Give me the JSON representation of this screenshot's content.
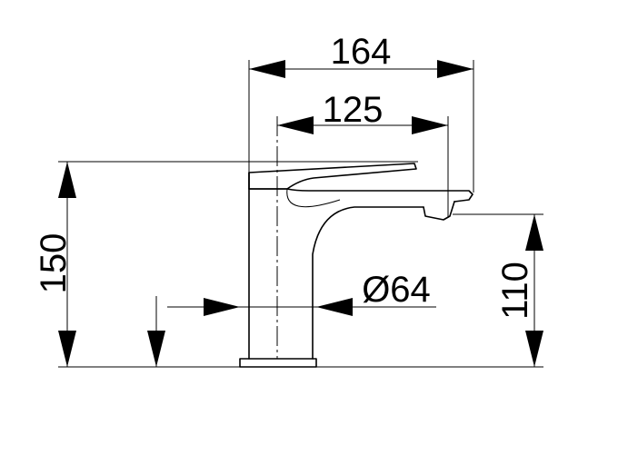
{
  "drawing": {
    "dimensions": {
      "overall_width": "164",
      "spout_reach": "125",
      "total_height": "150",
      "spout_height": "110",
      "base_diameter": "Ø64"
    }
  }
}
